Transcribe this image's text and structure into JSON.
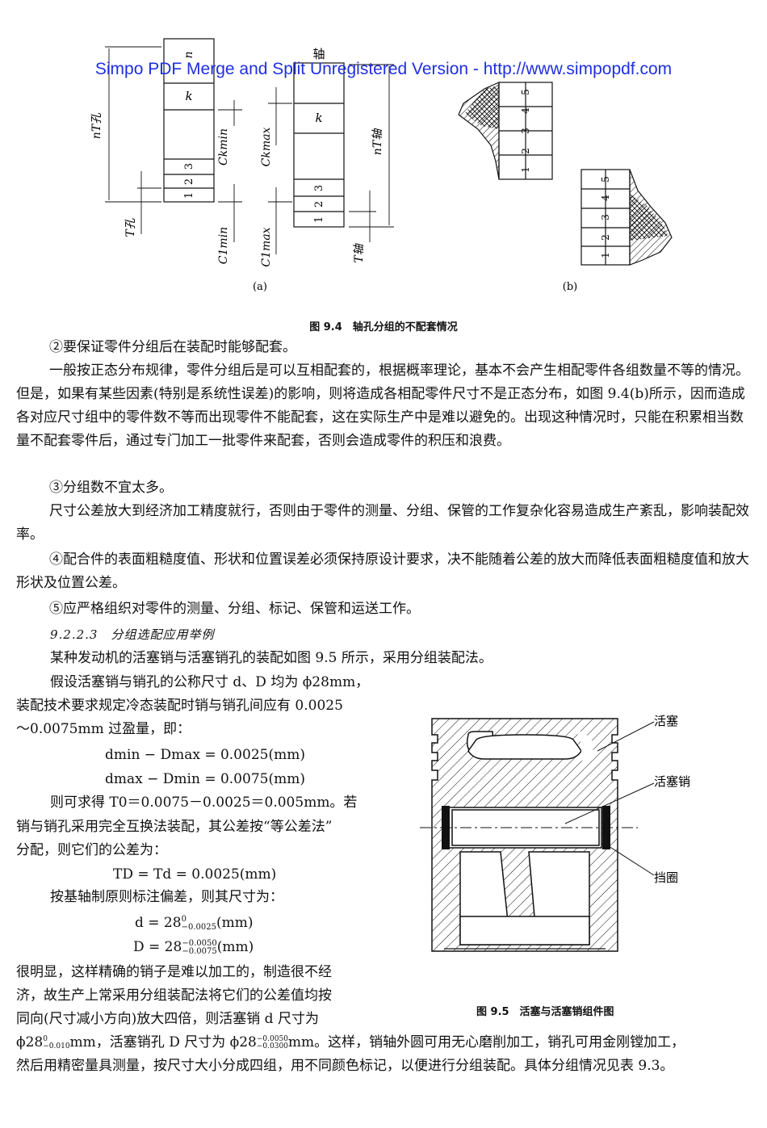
{
  "watermark": "Simpo PDF Merge and Split Unregistered Version - http://www.simpopdf.com",
  "fig94": {
    "label_shaft": "轴",
    "label_n": "n",
    "label_k": "k",
    "label_nT_hole": "nT孔",
    "label_nT_shaft": "nT轴",
    "label_T_hole": "T孔",
    "label_T_shaft": "T轴",
    "label_ckmin": "Ckmin",
    "label_ckmax": "Ckmax",
    "label_c1min": "C1min",
    "label_c1max": "C1max",
    "groups": [
      "1",
      "2",
      "3",
      "4",
      "5"
    ],
    "sub_a": "(a)",
    "sub_b": "(b)",
    "caption": "图 9.4　轴孔分组的不配套情况"
  },
  "fig95": {
    "label_piston": "活塞",
    "label_pin": "活塞销",
    "label_ring": "挡圈",
    "caption": "图 9.5　活塞与活塞销组件图"
  },
  "text": {
    "p1": "②要保证零件分组后在装配时能够配套。",
    "p2": "一般按正态分布规律，零件分组后是可以互相配套的，根据概率理论，基本不会产生相配零件各组数量不等的情况。但是，如果有某些因素(特别是系统性误差)的影响，则将造成各相配零件尺寸不是正态分布，如图 9.4(b)所示，因而造成各对应尺寸组中的零件数不等而出现零件不能配套，这在实际生产中是难以避免的。出现这种情况时，只能在积累相当数量不配套零件后，通过专门加工一批零件来配套，否则会造成零件的积压和浪费。",
    "p3": "③分组数不宜太多。",
    "p4": "尺寸公差放大到经济加工精度就行，否则由于零件的测量、分组、保管的工作复杂化容易造成生产紊乱，影响装配效率。",
    "p5": "④配合件的表面粗糙度值、形状和位置误差必须保持原设计要求，决不能随着公差的放大而降低表面粗糙度值和放大形状及位置公差。",
    "p6": "⑤应严格组织对零件的测量、分组、标记、保管和运送工作。",
    "section": "9.2.2.3　分组选配应用举例",
    "p7": "某种发动机的活塞销与活塞销孔的装配如图 9.5 所示，采用分组装配法。",
    "p8_l1": "假设活塞销与销孔的公称尺寸 d、D 均为 ϕ28mm，",
    "p8_l2": "装配技术要求规定冷态装配时销与销孔间应有 0.0025",
    "p8_l3": "～0.0075mm 过盈量，即：",
    "eq1": "dmin − Dmax = 0.0025(mm)",
    "eq2": "dmax − Dmin = 0.0075(mm)",
    "p9_l1": "则可求得 T0＝0.0075－0.0025＝0.005mm。若",
    "p9_l2": "销与销孔采用完全互换法装配，其公差按“等公差法”",
    "p9_l3": "分配，则它们的公差为：",
    "eq3": "TD = Td = 0.0025(mm)",
    "p10": "按基轴制原则标注偏差，则其尺寸为：",
    "eq4_main": "d = 28",
    "eq4_sup": "0",
    "eq4_sub": "−0.0025",
    "eq4_unit": "(mm)",
    "eq5_main": "D = 28",
    "eq5_sup": "−0.0050",
    "eq5_sub": "−0.0075",
    "eq5_unit": "(mm)",
    "p11_l1": "很明显，这样精确的销子是难以加工的，制造很不经",
    "p11_l2": "济，故生产上常采用分组装配法将它们的公差值均按",
    "p11_l3": "同向(尺寸减小方向)放大四倍，则活塞销 d 尺寸为",
    "p11_l4a": "ϕ28",
    "p11_l4a_sup": "0",
    "p11_l4a_sub": "−0.010",
    "p11_l4b": "mm，活塞销孔 D 尺寸为 ϕ28",
    "p11_l4b_sup": "−0.0050",
    "p11_l4b_sub": "−0.0300",
    "p11_l4c": "mm。这样，销轴外圆可用无心磨削加工，销孔可用金刚镗加工，",
    "p11_l5": "然后用精密量具测量，按尺寸大小分成四组，用不同颜色标记，以便进行分组装配。具体分组情况见表 9.3。"
  }
}
